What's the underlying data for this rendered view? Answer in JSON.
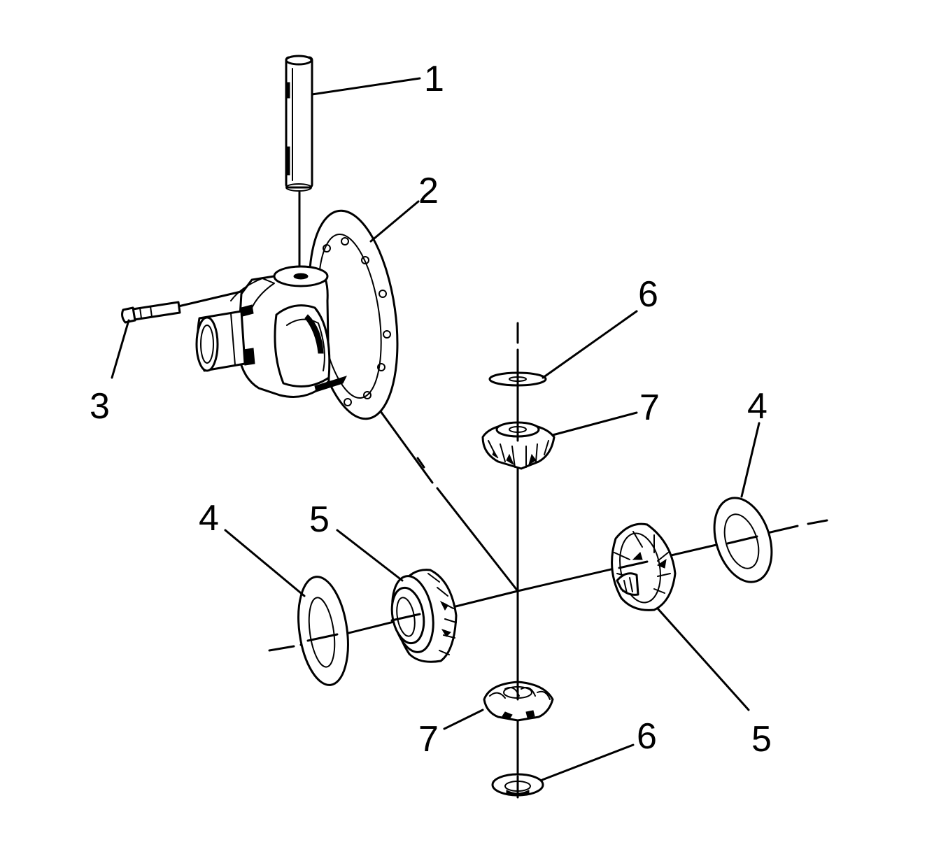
{
  "callouts": {
    "c1": "1",
    "c2": "2",
    "c3": "3",
    "c4_left": "4",
    "c4_right": "4",
    "c5_left": "5",
    "c5_right": "5",
    "c6_top": "6",
    "c6_bottom": "6",
    "c7_top": "7",
    "c7_bottom": "7"
  },
  "colors": {
    "line": "#000000",
    "background": "#ffffff"
  }
}
